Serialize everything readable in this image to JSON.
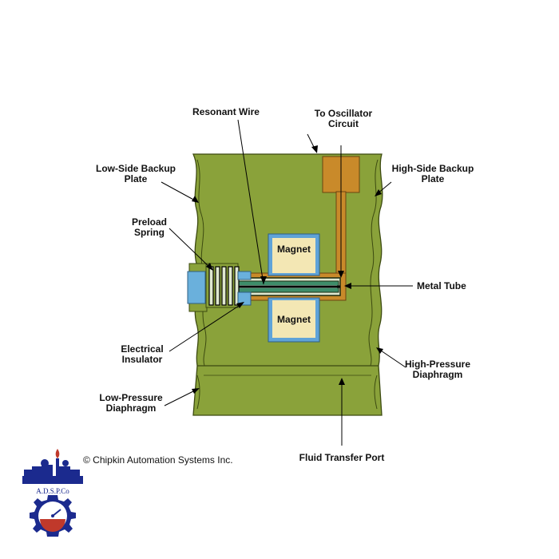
{
  "labels": {
    "resonant_wire": "Resonant Wire",
    "to_oscillator_1": "To Oscillator",
    "to_oscillator_2": "Circuit",
    "low_side_backup_1": "Low-Side Backup",
    "low_side_backup_2": "Plate",
    "high_side_backup_1": "High-Side Backup",
    "high_side_backup_2": "Plate",
    "preload_spring_1": "Preload",
    "preload_spring_2": "Spring",
    "magnet_top": "Magnet",
    "magnet_bottom": "Magnet",
    "metal_tube": "Metal Tube",
    "electrical_insulator_1": "Electrical",
    "electrical_insulator_2": "Insulator",
    "high_pressure_diaphragm_1": "High-Pressure",
    "high_pressure_diaphragm_2": "Diaphragm",
    "low_pressure_diaphragm_1": "Low-Pressure",
    "low_pressure_diaphragm_2": "Diaphragm",
    "fluid_transfer_port": "Fluid Transfer Port"
  },
  "copyright": "© Chipkin Automation Systems Inc.",
  "logo": {
    "text": "A.D.S.P.Co"
  },
  "colors": {
    "body_green": "#8aa23a",
    "body_green_dark": "#6f8a28",
    "copper": "#c98a2a",
    "magnet_fill": "#f3e7b4",
    "magnet_border": "#5fa3d8",
    "insulator_blue": "#6ab0dc",
    "tube_core": "#3e8d6a",
    "logo_blue": "#1b2a8e",
    "logo_red": "#c0392b"
  }
}
